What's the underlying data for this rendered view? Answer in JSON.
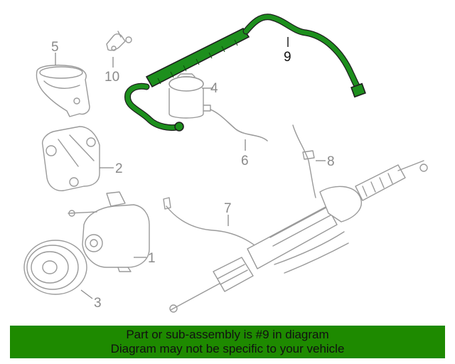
{
  "callouts": {
    "c1": "1",
    "c2": "2",
    "c3": "3",
    "c4": "4",
    "c5": "5",
    "c6": "6",
    "c7": "7",
    "c8": "8",
    "c9": "9",
    "c10": "10"
  },
  "highlighted_part": "9",
  "colors": {
    "highlight": "#1d8f1d",
    "banner": "#1e8a00",
    "line_art": "#9a9a9a"
  },
  "banner": {
    "line1": "Part or sub-assembly is #9 in diagram",
    "line2": "Diagram may not be specific to your vehicle"
  }
}
